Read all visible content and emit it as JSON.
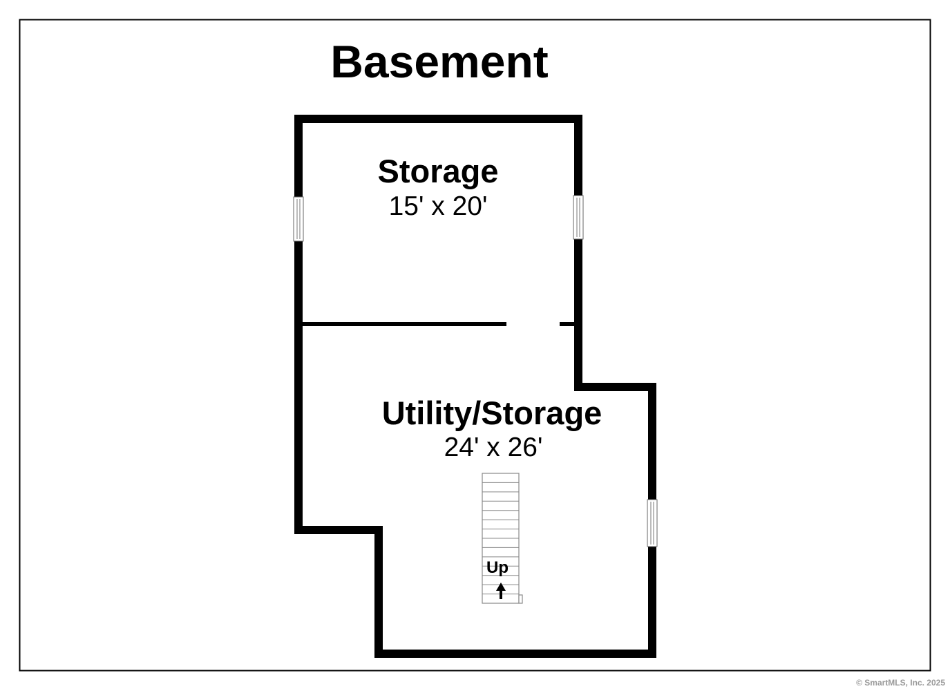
{
  "floor": {
    "title": "Basement"
  },
  "rooms": [
    {
      "name": "Storage",
      "dimensions": "15' x 20'"
    },
    {
      "name": "Utility/Storage",
      "dimensions": "24' x 26'"
    }
  ],
  "stairs": {
    "label": "Up",
    "direction_icon": "arrow-up-icon",
    "tread_count": 14
  },
  "footer": {
    "copyright": "© SmartMLS, Inc.  2025"
  }
}
